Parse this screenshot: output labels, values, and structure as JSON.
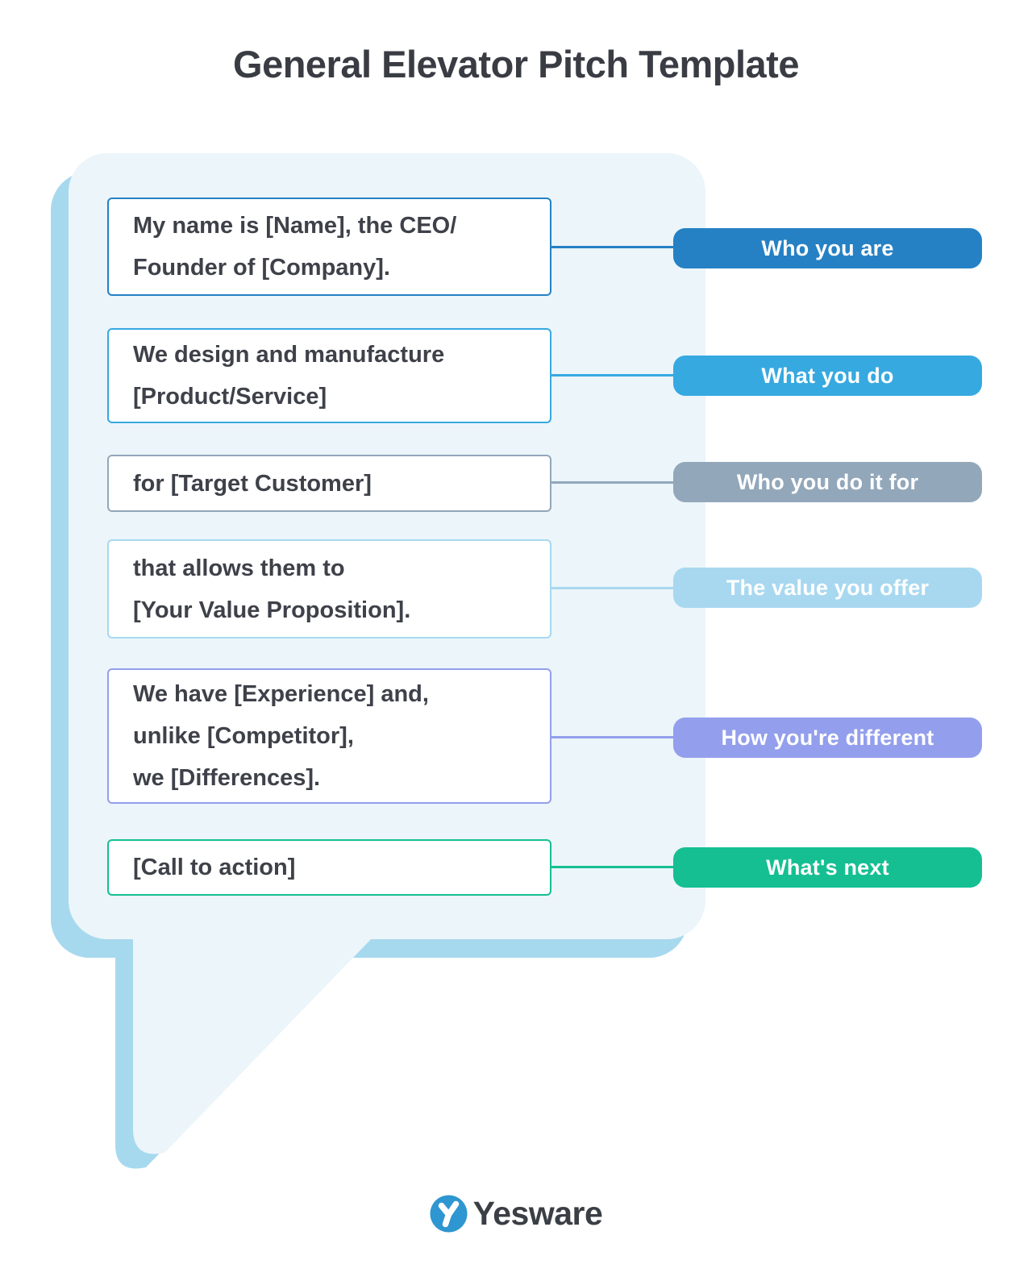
{
  "title": "General Elevator Pitch Template",
  "bubble": {
    "fill": "#ebf5fa",
    "shadow": "#a7d9ee"
  },
  "rows": [
    {
      "lines": [
        "My name is [Name], the CEO/",
        "Founder of [Company]."
      ],
      "label": "Who you are",
      "color": "#2581c4"
    },
    {
      "lines": [
        "We design and manufacture",
        "[Product/Service]"
      ],
      "label": "What you do",
      "color": "#36a9e1"
    },
    {
      "lines": [
        "for [Target Customer]"
      ],
      "label": "Who you do it for",
      "color": "#93a7ba"
    },
    {
      "lines": [
        "that allows them to",
        "[Your Value Proposition]."
      ],
      "label": "The value you offer",
      "color": "#a8d8f0"
    },
    {
      "lines": [
        "We have [Experience] and,",
        "unlike [Competitor],",
        "we [Differences]."
      ],
      "label": "How you're different",
      "color": "#939fec"
    },
    {
      "lines": [
        "[Call to action]"
      ],
      "label": "What's next",
      "color": "#15bf92"
    }
  ],
  "logo": {
    "text": "Yesware",
    "mark_color": "#2e96d0"
  }
}
